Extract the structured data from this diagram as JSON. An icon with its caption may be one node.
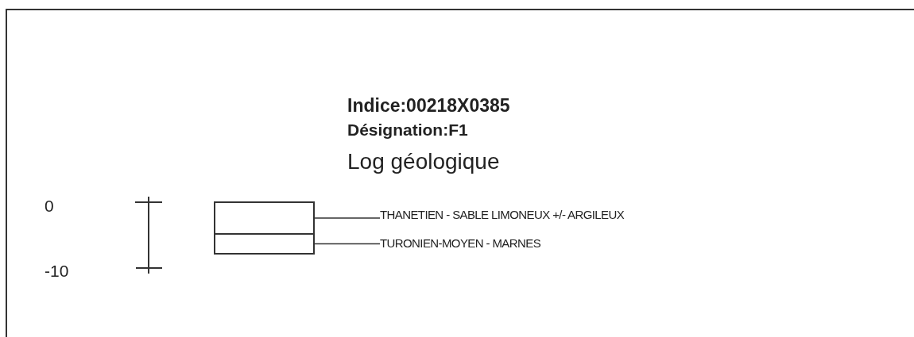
{
  "diagram": {
    "title": "Log géologique",
    "nodes": [
      {
        "text": [],
        "shape": "box"
      },
      {
        "text": [],
        "shape": "box"
      },
      {
        "text": [
          "THANETIEN - SABLE LIMONEUX +/- ARGILEUX"
        ]
      },
      {
        "text": [
          "TURONIEN-MOYEN - MARNES"
        ]
      }
    ],
    "edges": [
      {
        "from": 2,
        "to": 0,
        "arrow": "none"
      },
      {
        "from": 3,
        "to": 1,
        "arrow": "none"
      }
    ],
    "labels": [
      "Indice:00218X0385",
      "Désignation:F1",
      "0",
      "-10"
    ]
  }
}
